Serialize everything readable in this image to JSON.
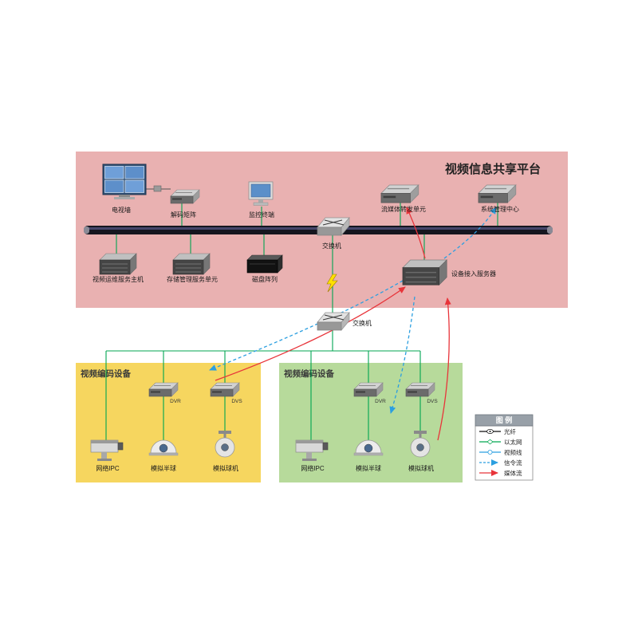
{
  "diagram": {
    "title": "视频信息共享平台",
    "regions": {
      "encoders_left": "视频编码设备",
      "encoders_right": "视频编码设备"
    },
    "nodes": {
      "tv_wall": "电视墙",
      "decoder_matrix": "解码矩阵",
      "monitor_terminal": "监控终端",
      "switch_top": "交换机",
      "stream_unit": "流媒体转发单元",
      "sys_center": "系统管理中心",
      "ops_host": "视频运维服务主机",
      "storage_unit": "存储管理服务单元",
      "disk_array": "磁盘阵列",
      "access_server": "设备接入服务器",
      "switch_bottom": "交换机",
      "left_dvr": "DVR",
      "left_dvs": "DVS",
      "left_ipc": "网络IPC",
      "left_dome": "模拟半球",
      "left_ptz": "模拟球机",
      "right_dvr": "DVR",
      "right_dvs": "DVS",
      "right_ipc": "网络IPC",
      "right_dome": "模拟半球",
      "right_ptz": "模拟球机"
    },
    "legend": {
      "title": "图 例",
      "items": [
        {
          "label": "光纤"
        },
        {
          "label": "以太网"
        },
        {
          "label": "视频线"
        },
        {
          "label": "信令流"
        },
        {
          "label": "媒体流"
        }
      ]
    },
    "colors": {
      "platform_region": "#e9b1b1",
      "encoder_left_region": "#f6d65f",
      "encoder_right_region": "#b7da9b",
      "ethernet": "#00a651",
      "signal_flow": "#2b9fe0",
      "media_flow": "#e8343a",
      "bus_bar": "#16161f"
    }
  }
}
